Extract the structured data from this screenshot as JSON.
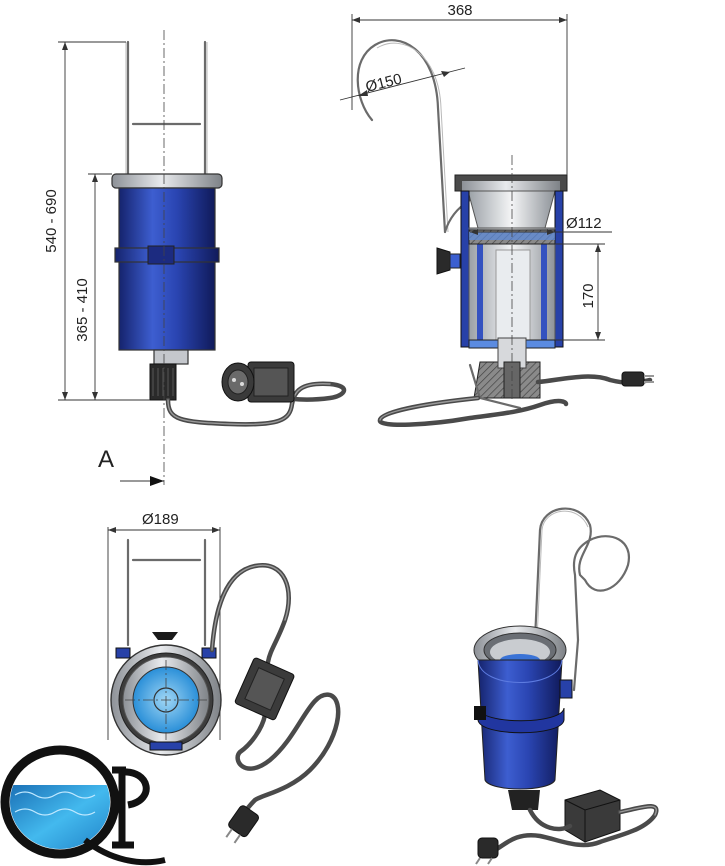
{
  "dimensions": {
    "total_height": "540 - 690",
    "body_height": "365 - 410",
    "overall_width": "368",
    "hook_diameter": "Ø150",
    "inner_diameter": "Ø112",
    "basket_height": "170",
    "body_diameter": "Ø189"
  },
  "section_label": "A",
  "logo": {
    "text": "QP"
  },
  "colors": {
    "body_blue": "#2741a8",
    "body_blue_light": "#5b7be0",
    "body_blue_dark": "#15236d",
    "metal_gray": "#b8bcc2",
    "water_blue": "#2a9fd8"
  }
}
